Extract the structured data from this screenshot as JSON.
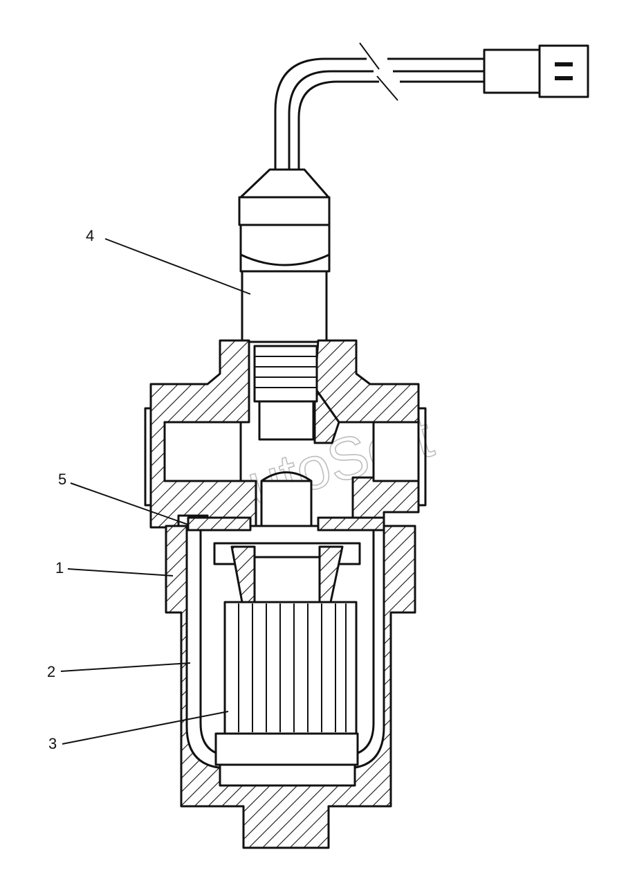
{
  "labels": {
    "c1": "1",
    "c2": "2",
    "c3": "3",
    "c4": "4",
    "c5": "5"
  },
  "watermark": "AutoSoft",
  "colors": {
    "ink": "#111111",
    "paper": "#ffffff",
    "watermark": "#bdbdbd"
  }
}
